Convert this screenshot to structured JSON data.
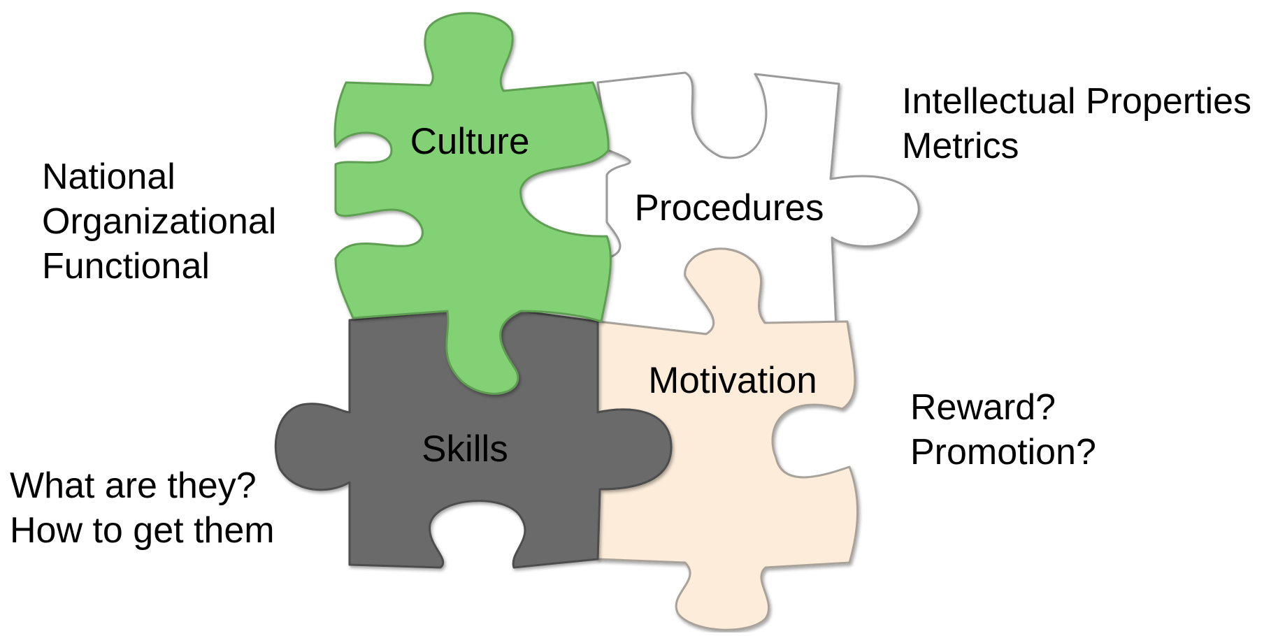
{
  "pieces": {
    "culture": {
      "label": "Culture",
      "color": "#82d174"
    },
    "procedures": {
      "label": "Procedures",
      "color": "#ffffff"
    },
    "skills": {
      "label": "Skills",
      "color": "#6b6b6b"
    },
    "motivation": {
      "label": "Motivation",
      "color": "#fcecd9"
    }
  },
  "notes": {
    "culture": [
      "National",
      "Organizational",
      "Functional"
    ],
    "procedures": [
      "Intellectual Properties",
      "Metrics"
    ],
    "motivation": [
      "Reward?",
      "Promotion?"
    ],
    "skills": [
      "What are they?",
      "How to get them"
    ]
  }
}
